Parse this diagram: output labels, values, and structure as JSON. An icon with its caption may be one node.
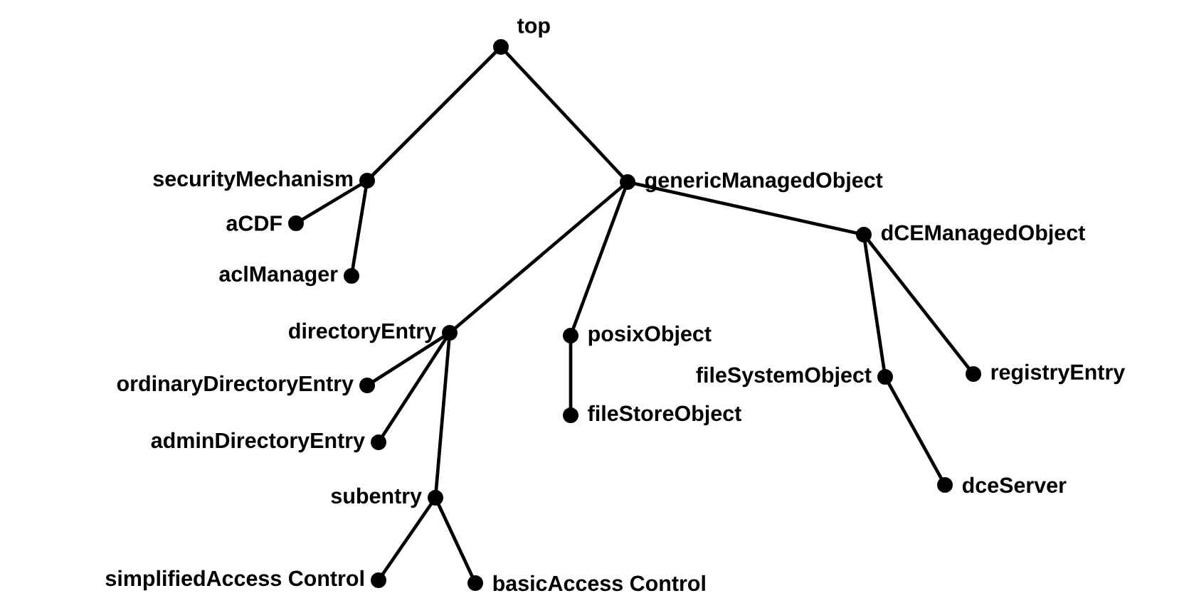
{
  "diagram": {
    "nodes": [
      {
        "text": [
          "top"
        ]
      },
      {
        "text": [
          "securityMechanism"
        ]
      },
      {
        "text": [
          "genericManagedObject"
        ]
      },
      {
        "text": [
          "aCDF"
        ]
      },
      {
        "text": [
          "aclManager"
        ]
      },
      {
        "text": [
          "dCEManagedObject"
        ]
      },
      {
        "text": [
          "directoryEntry"
        ]
      },
      {
        "text": [
          "posixObject"
        ]
      },
      {
        "text": [
          "fileSystemObject"
        ]
      },
      {
        "text": [
          "registryEntry"
        ]
      },
      {
        "text": [
          "ordinaryDirectoryEntry"
        ]
      },
      {
        "text": [
          "fileStoreObject"
        ]
      },
      {
        "text": [
          "adminDirectoryEntry"
        ]
      },
      {
        "text": [
          "dceServer"
        ]
      },
      {
        "text": [
          "subentry"
        ]
      },
      {
        "text": [
          "simplifiedAccess Control"
        ]
      },
      {
        "text": [
          "basicAccess Control"
        ]
      }
    ],
    "edges": [
      {
        "from": 0,
        "to": 1,
        "arrow": "none"
      },
      {
        "from": 0,
        "to": 2,
        "arrow": "none"
      },
      {
        "from": 1,
        "to": 3,
        "arrow": "none"
      },
      {
        "from": 1,
        "to": 4,
        "arrow": "none"
      },
      {
        "from": 2,
        "to": 6,
        "arrow": "none"
      },
      {
        "from": 2,
        "to": 7,
        "arrow": "none"
      },
      {
        "from": 2,
        "to": 5,
        "arrow": "none"
      },
      {
        "from": 5,
        "to": 8,
        "arrow": "none"
      },
      {
        "from": 5,
        "to": 9,
        "arrow": "none"
      },
      {
        "from": 6,
        "to": 10,
        "arrow": "none"
      },
      {
        "from": 6,
        "to": 12,
        "arrow": "none"
      },
      {
        "from": 6,
        "to": 14,
        "arrow": "none"
      },
      {
        "from": 7,
        "to": 11,
        "arrow": "none"
      },
      {
        "from": 8,
        "to": 13,
        "arrow": "none"
      },
      {
        "from": 14,
        "to": 15,
        "arrow": "none"
      },
      {
        "from": 14,
        "to": 16,
        "arrow": "none"
      }
    ]
  }
}
